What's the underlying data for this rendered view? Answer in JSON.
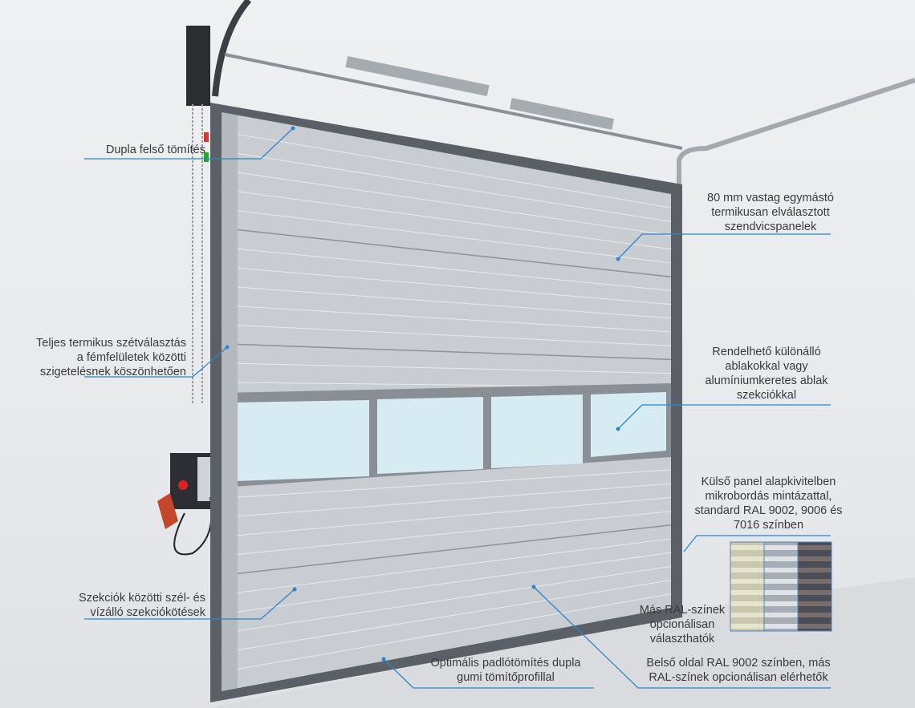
{
  "accent_color": "#2a86c8",
  "callouts": {
    "top_seal": "Dupla felső tömítés",
    "panels": "80 mm vastag egymástó\ntermikusan elválasztott\nszendvicspanelek",
    "thermal_break": "Teljes termikus szétválasztás\na fémfelületek közötti\nszigetelésnek köszönhetően",
    "windows": "Rendelhető különálló\nablakokkal vagy\nalumíniumkeretes ablak\nszekciókkal",
    "outer_panel": "Külső panel alapkivitelben\nmikrobordás mintázattal,\nstandard RAL 9002, 9006 és\n7016 színben",
    "other_ral": "Más RAL-színek\nopcionálisan\nválaszthatók",
    "section_joints": "Szekciók közötti szél- és\nvízálló szekciókötések",
    "floor_seal": "Optimális padlótömítés dupla\ngumi tömítőprofillal",
    "inner_side": "Belső oldal RAL 9002 színben, más\nRAL-színek opcionálisan elérhetők"
  },
  "swatches": [
    {
      "name": "RAL 9002",
      "color": "#c9c7ad",
      "stripe": "#e6e4cf"
    },
    {
      "name": "RAL 9006",
      "color": "#a6adb5",
      "stripe": "#dfe3e8"
    },
    {
      "name": "RAL 7016",
      "color": "#4a4d56",
      "stripe": "#7a6e6c"
    }
  ]
}
